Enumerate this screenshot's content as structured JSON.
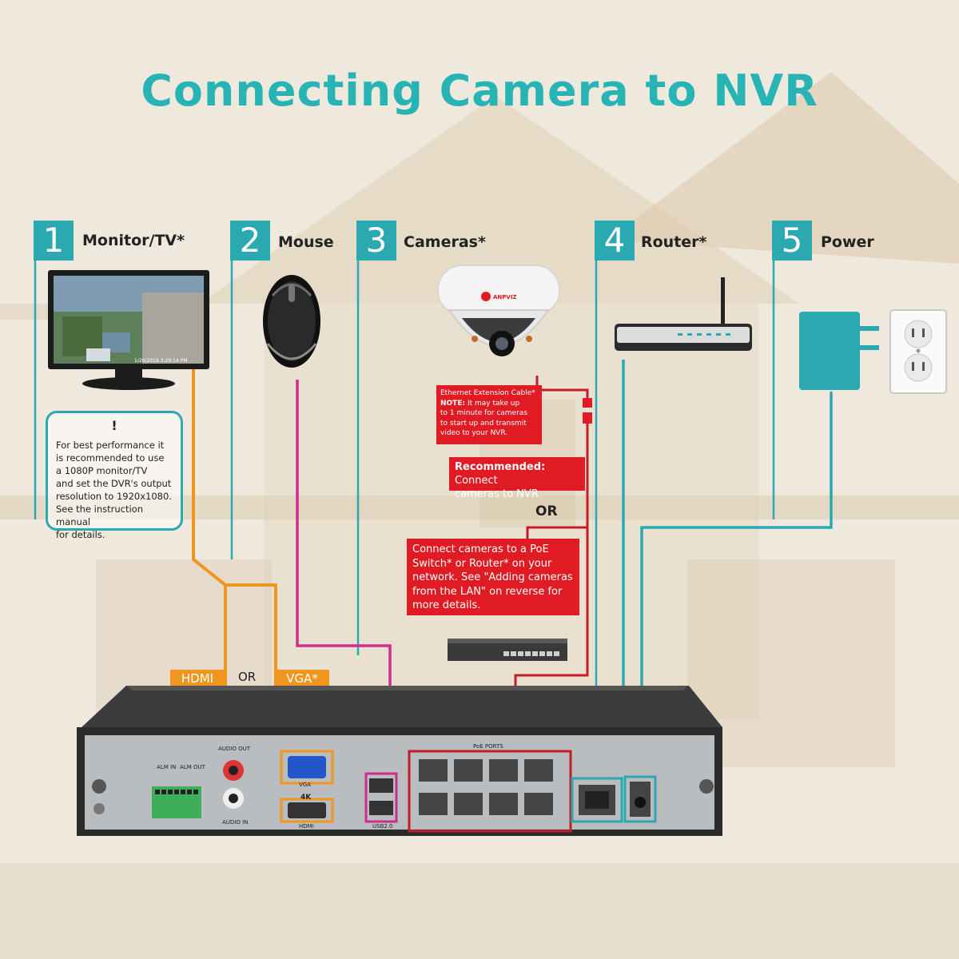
{
  "title": "Connecting Camera to NVR",
  "steps": [
    {
      "number": "1",
      "label": "Monitor/TV*"
    },
    {
      "number": "2",
      "label": "Mouse"
    },
    {
      "number": "3",
      "label": "Cameras*"
    },
    {
      "number": "4",
      "label": "Router*"
    },
    {
      "number": "5",
      "label": "Power"
    }
  ],
  "monitor_note": {
    "mark": "!",
    "lines": [
      "For best performance it",
      "is recommended to use",
      "a 1080P monitor/TV",
      "and set the DVR's output",
      "resolution to 1920x1080.",
      "See the instruction manual",
      "for details."
    ]
  },
  "monitor_screen_timestamp": "1/26/2019 3:29:14 PM",
  "camera_brand": "ANPVIZ",
  "camera_note": {
    "title": "Ethernet Extension Cable*",
    "note_label": "NOTE:",
    "note_lines": [
      " It may take up",
      "to 1 minute for cameras",
      "to start up and transmit",
      "video to your NVR."
    ]
  },
  "recommended": {
    "label": "Recommended:",
    "rest": " Connect",
    "line2": "cameras to NVR"
  },
  "or_text": "OR",
  "poe_switch_note": {
    "lines": [
      "Connect cameras to a PoE",
      "Switch* or Router* on your",
      "network. See \"Adding cameras",
      "from the LAN\" on reverse for",
      "more details."
    ]
  },
  "video_tags": {
    "hdmi": "HDMI",
    "or": "OR",
    "vga": "VGA*"
  },
  "nvr_labels": {
    "alm_in": "ALM IN",
    "alm_out": "ALM OUT",
    "audio_out": "AUDIO OUT",
    "audio_in": "AUDIO IN",
    "vga": "VGA",
    "hdmi": "HDMI",
    "hdmi_4k": "4K",
    "usb": "USB2.0",
    "poe_ports": "PoE PORTS"
  },
  "colors": {
    "teal": "#2aa9b1",
    "orange": "#f0961f",
    "magenta": "#cf2d8e",
    "red": "#e01b24",
    "title": "#28b3b5"
  }
}
